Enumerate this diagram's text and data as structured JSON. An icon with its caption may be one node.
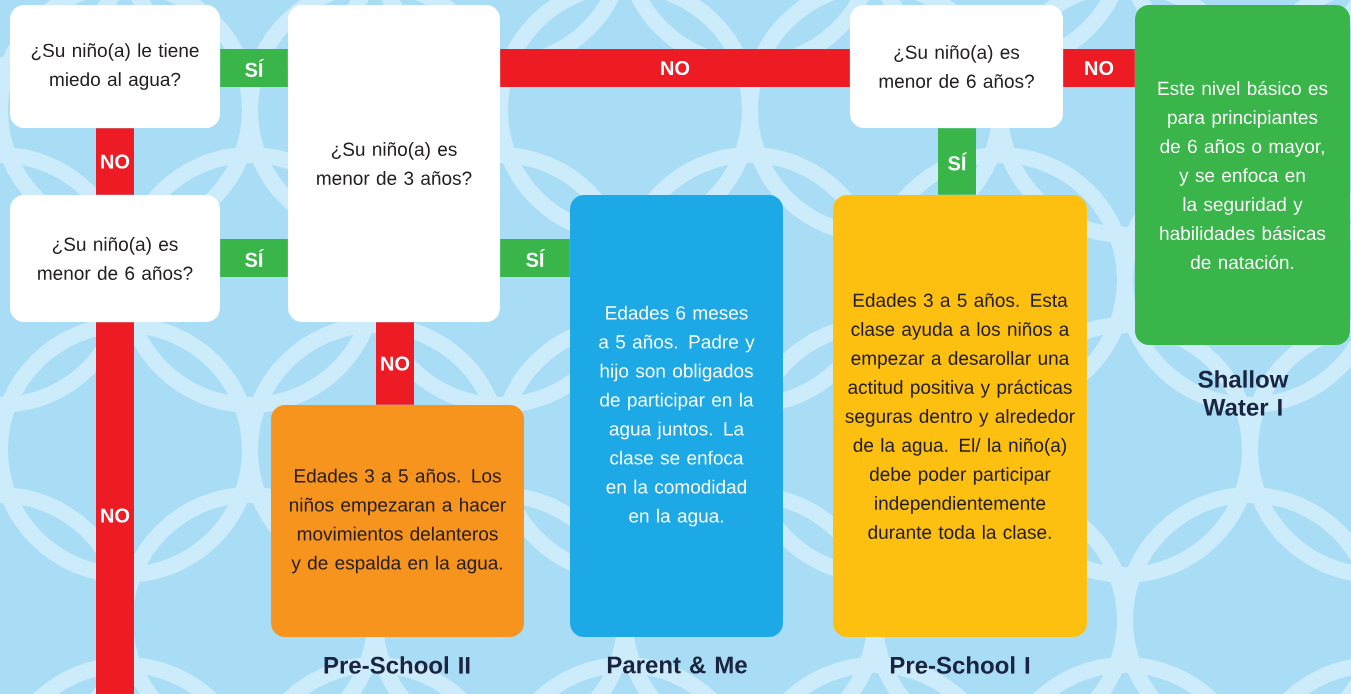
{
  "diagram": {
    "nodes": [
      {
        "text": [
          "¿Su niño(a) le tiene miedo al agua?"
        ]
      },
      {
        "text": [
          "¿Su niño(a) es menor de 3 años?"
        ]
      },
      {
        "text": [
          "¿Su niño(a) es menor de 6 años?"
        ]
      },
      {
        "text": [
          "Este nivel básico es para principiantes de 6 años o mayor, y se enfoca en la seguridad y habilidades básicas de natación."
        ],
        "beside": [
          "Shallow Water I"
        ]
      },
      {
        "text": [
          "¿Su niño(a) es menor de 6 años?"
        ]
      },
      {
        "text": [
          "Edades 6 meses a 5 años. Padre y hijo son obligados de participar en la agua juntos. La clase se enfoca en la comodidad en la agua."
        ],
        "beside": [
          "Parent & Me"
        ]
      },
      {
        "text": [
          "Edades 3 a 5 años. Esta clase ayuda a los niños a empezar a desarollar una actitud positiva y prácticas seguras dentro y alrededor de la agua. El/ la niño(a) debe poder participar independientemente durante toda la clase."
        ],
        "beside": [
          "Pre-School I"
        ]
      },
      {
        "text": [
          "Edades 3 a 5 años. Los niños empezaran a hacer movimientos delanteros y de espalda en la agua."
        ],
        "beside": [
          "Pre-School II"
        ]
      }
    ],
    "edges": [
      {
        "from": 0,
        "to": 1,
        "arrow": "none",
        "label": "SÍ",
        "color": "#39b54a"
      },
      {
        "from": 1,
        "to": 2,
        "arrow": "none",
        "label": "NO"
      },
      {
        "from": 2,
        "to": 3,
        "arrow": "none",
        "label": "NO"
      },
      {
        "from": 2,
        "to": 6,
        "arrow": "none",
        "label": "SÍ",
        "color": "#39b54a"
      },
      {
        "from": 0,
        "to": 4,
        "arrow": "none",
        "label": "NO"
      },
      {
        "from": 4,
        "to": 1,
        "arrow": "none",
        "label": "SÍ",
        "color": "#39b54a"
      },
      {
        "from": 1,
        "to": 5,
        "arrow": "none",
        "label": "SÍ",
        "color": "#39b54a"
      },
      {
        "from": 1,
        "to": 7,
        "arrow": "none",
        "label": "NO"
      },
      {
        "from": 4,
        "to": null,
        "arrow": "none",
        "label": "NO"
      }
    ]
  }
}
